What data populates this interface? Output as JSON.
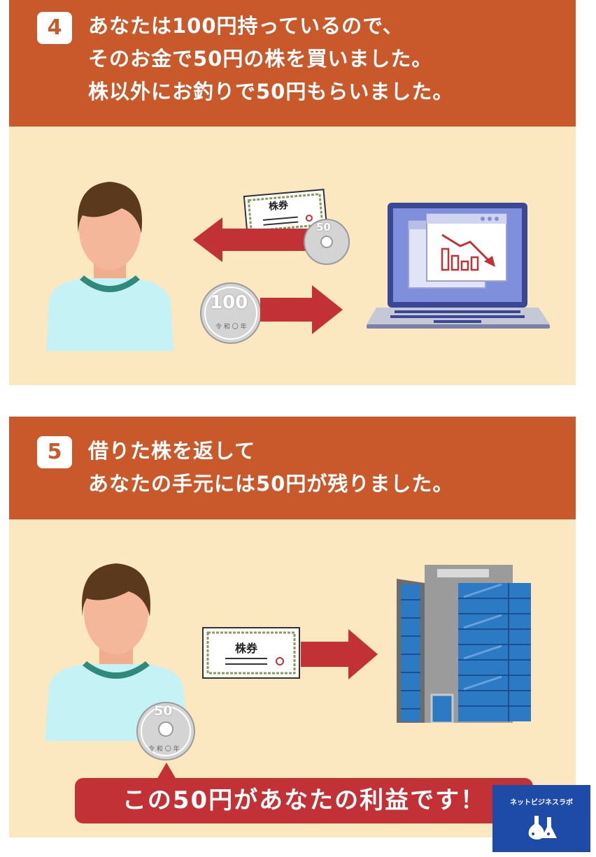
{
  "panel4": {
    "step_number": "4",
    "lines": [
      "あなたは100円持っているので、",
      "そのお金で50円の株を買いました。",
      "株以外にお釣りで50円もらいました。"
    ]
  },
  "panel5": {
    "step_number": "5",
    "lines": [
      "借りた株を返して",
      "あなたの手元には50円が残りました。"
    ]
  },
  "certificate_label": "株券",
  "coin_50_label": "50",
  "coin_100_label": "100",
  "coin_small_text": "令 和 〇 年",
  "callout_text": "この50円があなたの利益です！",
  "logo_text": "ネットビジネスラボ",
  "colors": {
    "header": "#c9582a",
    "panel_bg": "#fbe7c0",
    "arrow": "#c23135",
    "logo_bg": "#1e4aa8"
  },
  "icons": [
    "person-icon",
    "laptop-icon",
    "stock-chart-icon",
    "building-icon",
    "coin-icon",
    "stock-certificate-icon",
    "flask-icon"
  ]
}
